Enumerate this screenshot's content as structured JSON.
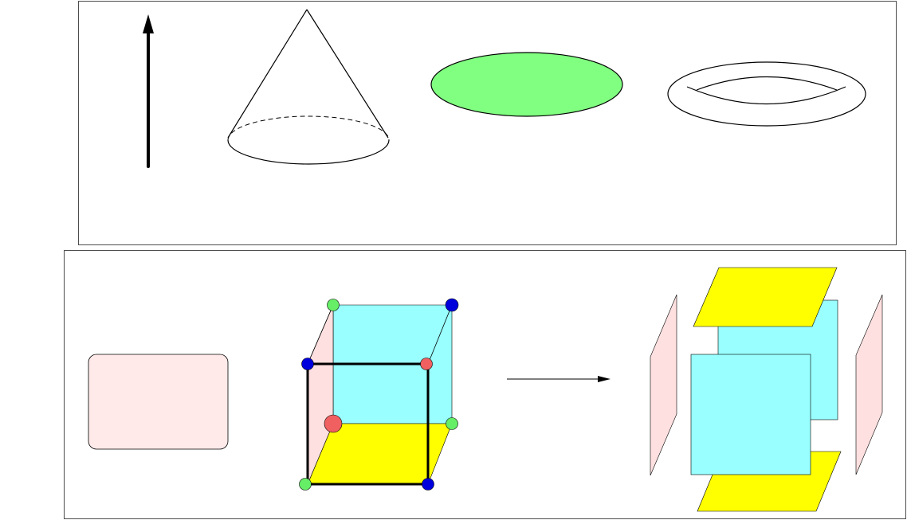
{
  "colors": {
    "frame_stroke": "#4d4d4d",
    "ellipse_fill": "#80ff80",
    "rounded_rect_fill": "#ffe9e9",
    "cube_back_face_fill": "#99ffff",
    "cube_side_face_fill": "#ffe0e0",
    "cube_bottom_face_fill": "#ffff00",
    "vertex_green": "#66ee66",
    "vertex_blue": "#0000dd",
    "vertex_red": "#f06060",
    "line": "#000000"
  },
  "panels": [
    {
      "name": "top-panel",
      "shapes": [
        "vertical-arrow",
        "cone",
        "green-ellipse",
        "torus"
      ]
    },
    {
      "name": "bottom-panel",
      "shapes": [
        "pink-rounded-rectangle",
        "cube-with-colored-faces",
        "transition-arrow",
        "exploded-cube-faces"
      ]
    }
  ],
  "cube": {
    "vertices": [
      {
        "id": "back-top-left",
        "color": "green"
      },
      {
        "id": "back-top-right",
        "color": "blue"
      },
      {
        "id": "front-top-left",
        "color": "blue"
      },
      {
        "id": "front-top-right",
        "color": "red"
      },
      {
        "id": "back-bottom-left",
        "color": "red"
      },
      {
        "id": "back-bottom-right",
        "color": "green"
      },
      {
        "id": "front-bottom-left",
        "color": "green"
      },
      {
        "id": "front-bottom-right",
        "color": "blue"
      }
    ]
  }
}
